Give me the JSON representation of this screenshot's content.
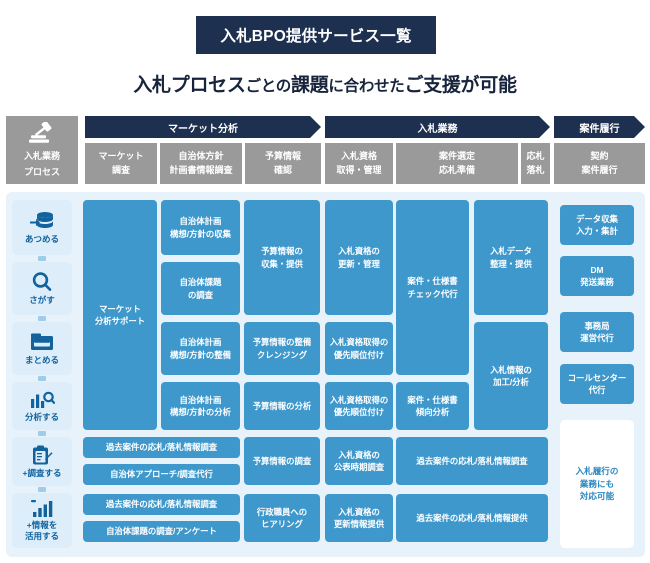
{
  "header": {
    "title": "入札BPO提供サービス一覧",
    "subtitle_1": "入札プロセス",
    "subtitle_2": "ごとの",
    "subtitle_3": "課題",
    "subtitle_4": "に合わせた",
    "subtitle_5": "ご支援が可能"
  },
  "process": {
    "row_label": "入札業務\nプロセス",
    "row_label_line1": "入札業務",
    "row_label_line2": "プロセス",
    "icon": "gavel-icon",
    "phases": [
      {
        "label": "マーケット分析"
      },
      {
        "label": "入札業務"
      },
      {
        "label": "案件履行"
      }
    ],
    "steps": [
      {
        "line1": "マーケット",
        "line2": "調査"
      },
      {
        "line1": "自治体方針",
        "line2": "計画書情報調査"
      },
      {
        "line1": "予算情報",
        "line2": "確認"
      },
      {
        "line1": "入札資格",
        "line2": "取得・管理"
      },
      {
        "line1": "案件選定",
        "line2": "応札準備"
      },
      {
        "line1": "応札",
        "line2": "落札"
      },
      {
        "line1": "契約",
        "line2": "案件履行"
      }
    ]
  },
  "sidebar": {
    "items": [
      {
        "label": "あつめる",
        "icon": "database-import-icon"
      },
      {
        "label": "さがす",
        "icon": "search-icon"
      },
      {
        "label": "まとめる",
        "icon": "folder-icon"
      },
      {
        "label": "分析する",
        "icon": "chart-search-icon"
      },
      {
        "label": "+調査する",
        "icon": "clipboard-pencil-icon"
      },
      {
        "label_line1": "+情報を",
        "label_line2": "活用する",
        "label": "+情報を活用する",
        "icon": "bar-chart-icon"
      }
    ]
  },
  "cells": {
    "market_support": "マーケット\n分析サポート",
    "market_support_l1": "マーケット",
    "market_support_l2": "分析サポート",
    "c_plan_collect_l1": "自治体計画",
    "c_plan_collect_l2": "構想/方針の収集",
    "c_issue_survey_l1": "自治体課題",
    "c_issue_survey_l2": "の調査",
    "c_plan_arrange_l1": "自治体計画",
    "c_plan_arrange_l2": "構想/方針の整備",
    "c_plan_analyze_l1": "自治体計画",
    "c_plan_analyze_l2": "構想/方針の分析",
    "c_budget_collect_l1": "予算情報の",
    "c_budget_collect_l2": "収集・提供",
    "c_budget_clean_l1": "予算情報の整備",
    "c_budget_clean_l2": "クレンジング",
    "c_budget_analyze": "予算情報の分析",
    "c_qual_update_l1": "入札資格の",
    "c_qual_update_l2": "更新・管理",
    "c_qual_priority_l1": "入札資格取得の",
    "c_qual_priority_l2": "優先順位付け",
    "c_qual_priority2_l1": "入札資格取得の",
    "c_qual_priority2_l2": "優先順位付け",
    "c_spec_check_l1": "案件・仕様書",
    "c_spec_check_l2": "チェック代行",
    "c_spec_trend_l1": "案件・仕様書",
    "c_spec_trend_l2": "傾向分析",
    "c_bid_data_l1": "入札データ",
    "c_bid_data_l2": "整理・提供",
    "c_bid_info_l1": "入札情報の",
    "c_bid_info_l2": "加工/分析",
    "r_data_collect_l1": "データ収集",
    "r_data_collect_l2": "入力・集計",
    "r_dm_l1": "DM",
    "r_dm_l2": "発送業務",
    "r_office_l1": "事務局",
    "r_office_l2": "運営代行",
    "r_callcenter_l1": "コールセンター",
    "r_callcenter_l2": "代行",
    "r_note_l1": "入札履行の",
    "r_note_l2": "業務にも",
    "r_note_l3": "対応可能",
    "s_past_bid_1": "過去案件の応札/落札情報調査",
    "s_approach": "自治体アプローチ/調査代行",
    "s_budget_survey": "予算情報の調査",
    "s_qual_timing_l1": "入札資格の",
    "s_qual_timing_l2": "公表時期調査",
    "s_past_bid_wide": "過去案件の応札/落札情報調査",
    "u_past_bid_1": "過去案件の応札/落札情報調査",
    "u_issue_questionnaire": "自治体課題の調査/アンケート",
    "u_hearing_l1": "行政職員への",
    "u_hearing_l2": "ヒアリング",
    "u_qual_update_info_l1": "入札資格の",
    "u_qual_update_info_l2": "更新情報提供",
    "u_past_bid_wide": "過去案件の応札/落札情報提供"
  },
  "colors": {
    "navy": "#1e3050",
    "gray": "#9a9a9a",
    "cell_blue": "#3f98cc",
    "panel_bg": "#e8f2fa",
    "sidebar_bg": "#ddeefa",
    "text_blue": "#11629d"
  }
}
